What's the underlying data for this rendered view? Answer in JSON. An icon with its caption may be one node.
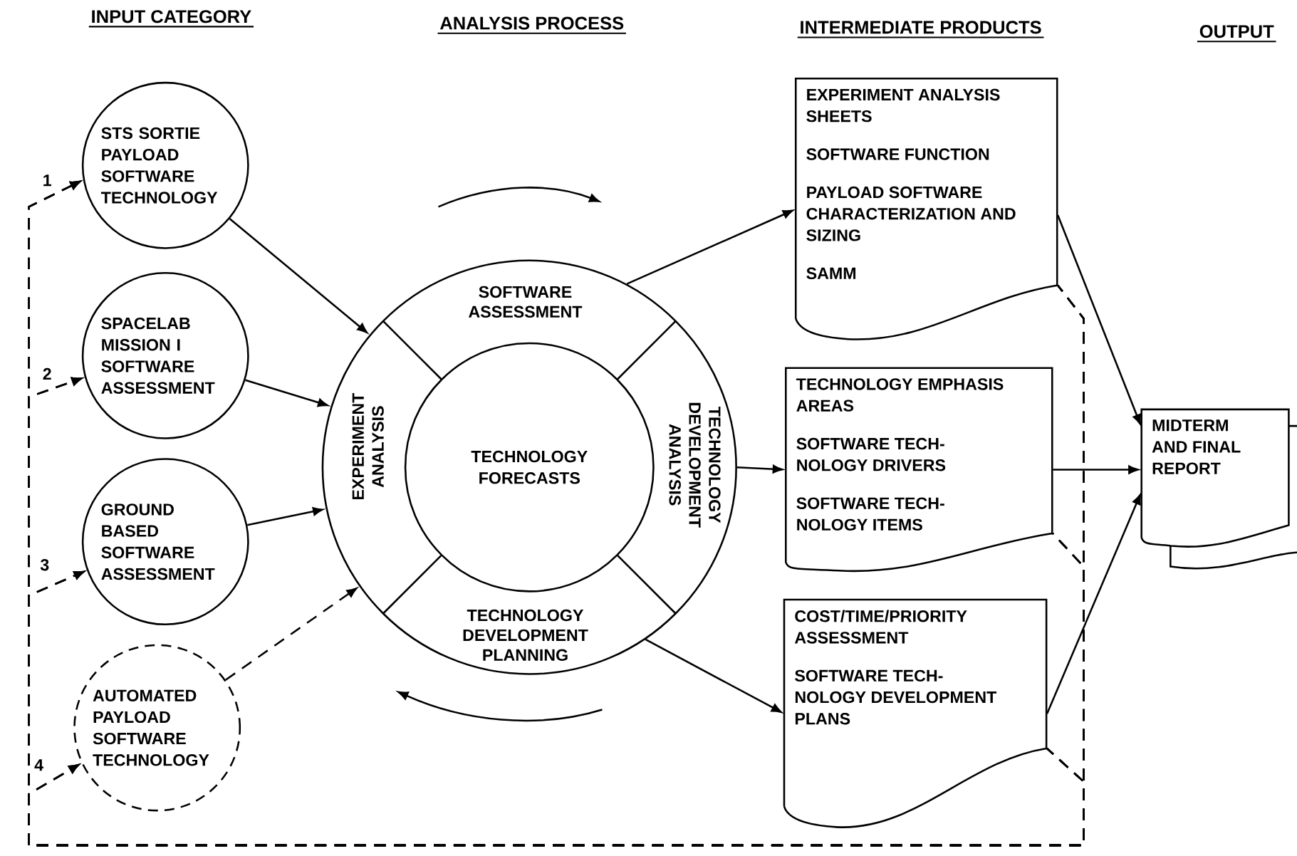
{
  "diagram": {
    "nodes": [
      {
        "text": [
          "STS SORTIE PAYLOAD SOFTWARE TECHNOLOGY"
        ]
      },
      {
        "text": [
          "SPACELAB MISSION I SOFTWARE ASSESSMENT"
        ]
      },
      {
        "text": [
          "GROUND BASED SOFTWARE ASSESSMENT"
        ]
      },
      {
        "text": [
          "AUTOMATED PAYLOAD SOFTWARE TECHNOLOGY"
        ]
      },
      {
        "text": [],
        "shape": "circle"
      },
      {
        "text": [
          "SOFTWARE ASSESSMENT"
        ],
        "in": 4
      },
      {
        "text": [
          "EXPERIMENT ANALYSIS"
        ],
        "in": 4
      },
      {
        "text": [
          "TECHNOLOGY FORECASTS"
        ],
        "in": 4
      },
      {
        "text": [
          "TECHNOLOGY DEVELOPMENT ANALYSIS"
        ],
        "in": 4
      },
      {
        "text": [
          "TECHNOLOGY DEVELOPMENT PLANNING"
        ],
        "in": 4
      },
      {
        "text": [
          "EXPERIMENT ANALYSIS SHEETS",
          "SOFTWARE FUNCTION",
          "PAYLOAD SOFTWARE CHARACTERIZATION AND SIZING",
          "SAMM"
        ]
      },
      {
        "text": [
          "TECHNOLOGY EMPHASIS AREAS",
          "SOFTWARE TECH- NOLOGY DRIVERS",
          "SOFTWARE TECH- NOLOGY ITEMS"
        ]
      },
      {
        "text": [
          "COST/TIME/PRIORITY ASSESSMENT",
          "SOFTWARE TECH- NOLOGY DEVELOPMENT PLANS"
        ]
      },
      {
        "text": [
          "MIDTERM AND FINAL REPORT"
        ]
      }
    ],
    "edges": [
      {
        "from": 0,
        "to": 4,
        "arrow": "to"
      },
      {
        "from": 1,
        "to": 4,
        "arrow": "to"
      },
      {
        "from": 2,
        "to": 4,
        "arrow": "to"
      },
      {
        "from": 3,
        "to": 4,
        "arrow": "to",
        "style": "dashed"
      },
      {
        "from": 4,
        "to": 10,
        "arrow": "to"
      },
      {
        "from": 4,
        "to": 11,
        "arrow": "to"
      },
      {
        "from": 4,
        "to": 12,
        "arrow": "to"
      },
      {
        "from": 10,
        "to": 13,
        "arrow": "to"
      },
      {
        "from": 11,
        "to": 13,
        "arrow": "to"
      },
      {
        "from": 12,
        "to": 13,
        "arrow": "to"
      },
      {
        "from": 10,
        "to": 0,
        "arrow": "to",
        "style": "dashed"
      },
      {
        "from": 10,
        "to": 1,
        "arrow": "to",
        "style": "dashed"
      },
      {
        "from": 10,
        "to": 2,
        "arrow": "to",
        "style": "dashed"
      },
      {
        "from": 10,
        "to": 3,
        "arrow": "to",
        "style": "dashed"
      },
      {
        "from": 11,
        "to": 0,
        "arrow": "to",
        "style": "dashed"
      },
      {
        "from": 11,
        "to": 1,
        "arrow": "to",
        "style": "dashed"
      },
      {
        "from": 11,
        "to": 2,
        "arrow": "to",
        "style": "dashed"
      },
      {
        "from": 11,
        "to": 3,
        "arrow": "to",
        "style": "dashed"
      },
      {
        "from": 12,
        "to": 0,
        "arrow": "to",
        "style": "dashed"
      },
      {
        "from": 12,
        "to": 1,
        "arrow": "to",
        "style": "dashed"
      },
      {
        "from": 12,
        "to": 2,
        "arrow": "to",
        "style": "dashed"
      },
      {
        "from": 12,
        "to": 3,
        "arrow": "to",
        "style": "dashed"
      }
    ],
    "labels": [
      "INPUT CATEGORY",
      "ANALYSIS PROCESS",
      "INTERMEDIATE PRODUCTS",
      "OUTPUT",
      "1",
      "2",
      "3",
      "4"
    ]
  }
}
